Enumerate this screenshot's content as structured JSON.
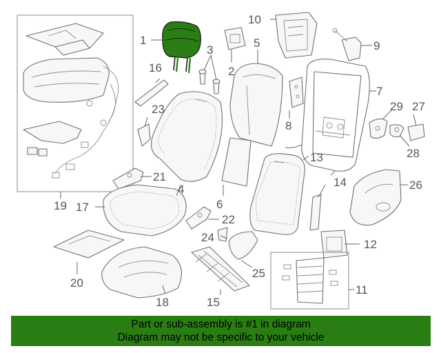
{
  "diagram": {
    "highlight_color": "#2a7d12",
    "callouts": [
      "1",
      "2",
      "3",
      "4",
      "5",
      "6",
      "7",
      "8",
      "9",
      "10",
      "11",
      "12",
      "13",
      "14",
      "15",
      "16",
      "17",
      "18",
      "19",
      "20",
      "21",
      "22",
      "23",
      "24",
      "25",
      "26",
      "27",
      "28",
      "29"
    ]
  },
  "notice": {
    "line1": "Part or sub-assembly is #1 in diagram",
    "line2": "Diagram may not be specific to your vehicle",
    "background": "#2a7d12"
  }
}
